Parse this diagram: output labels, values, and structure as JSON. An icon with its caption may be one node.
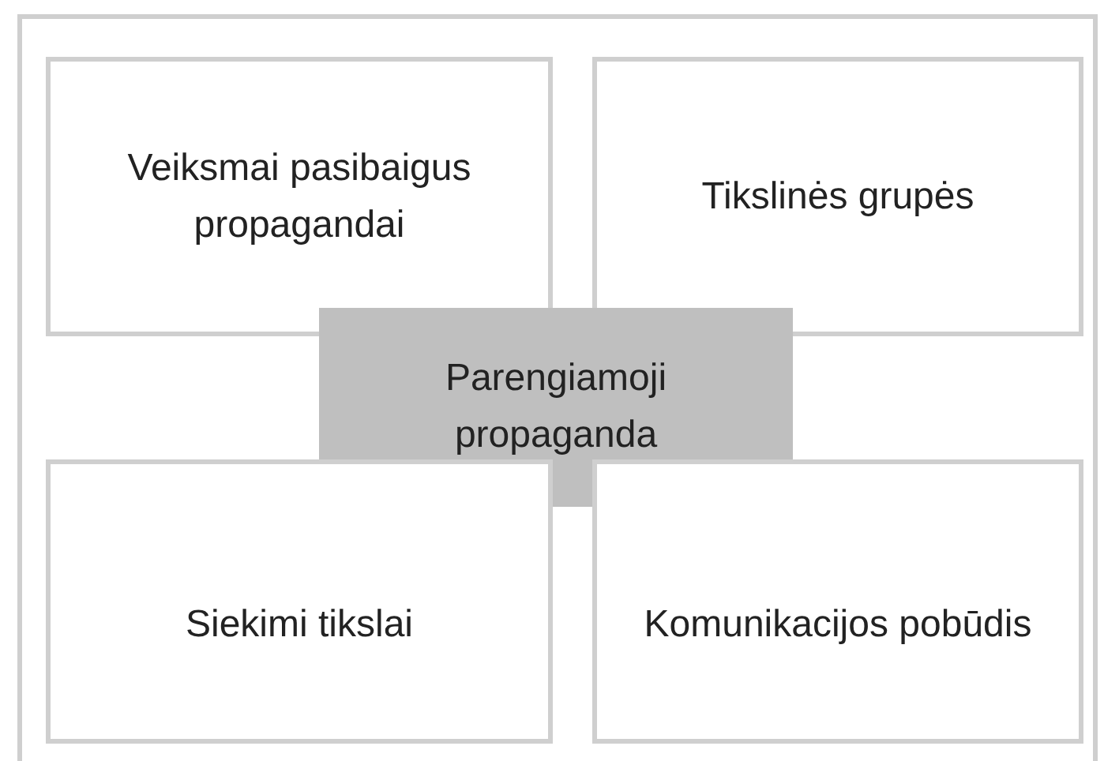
{
  "diagram": {
    "nodes": [
      {
        "text": [
          "Veiksmai pasibaigus propagandai"
        ]
      },
      {
        "text": [
          "Tikslinės grupės"
        ]
      },
      {
        "text": [
          "Parengiamoji propaganda"
        ]
      },
      {
        "text": [
          "Siekimi tikslai"
        ]
      },
      {
        "text": [
          "Komunikacijos pobūdis"
        ]
      }
    ]
  }
}
